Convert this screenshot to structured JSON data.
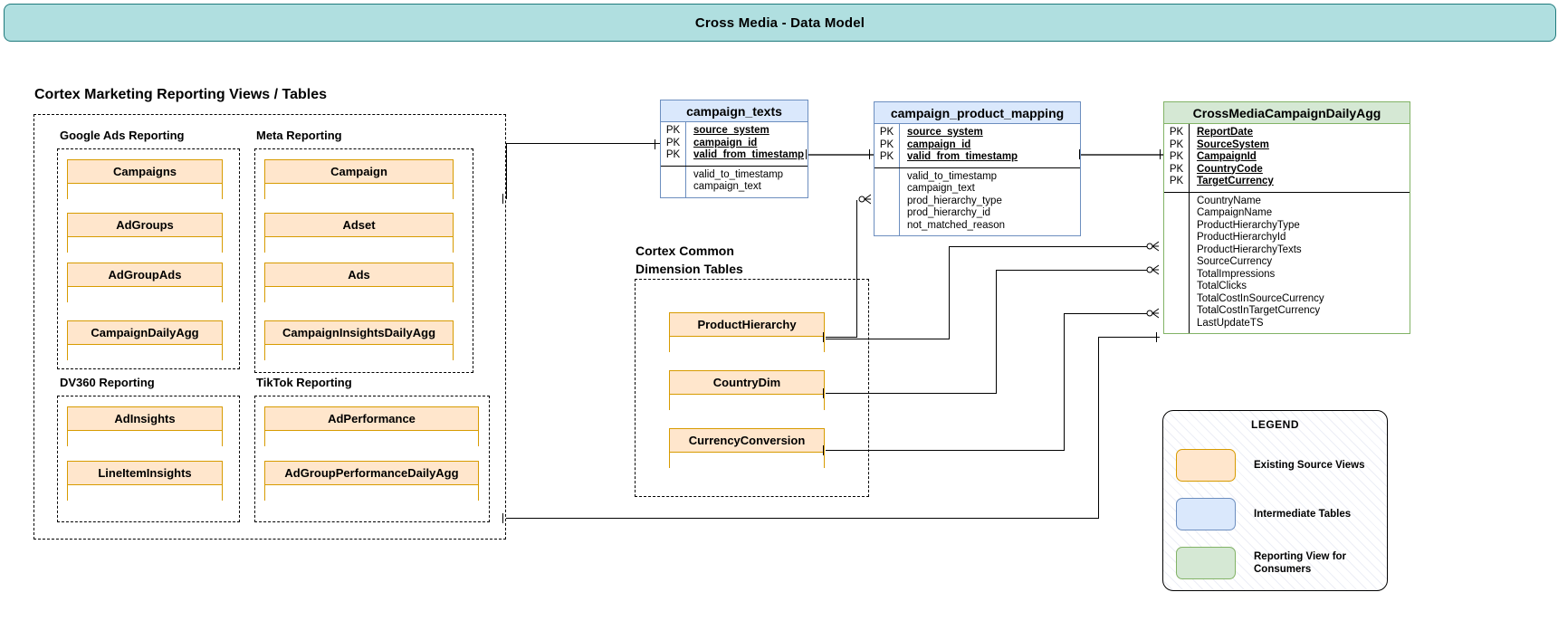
{
  "header": {
    "title": "Cross Media - Data Model"
  },
  "sections": {
    "left_group_title": "Cortex Marketing Reporting Views / Tables",
    "dimension_group_title_line1": "Cortex Common",
    "dimension_group_title_line2": "Dimension Tables"
  },
  "groups": [
    {
      "name": "google-ads-reporting",
      "label": "Google Ads Reporting",
      "tables": [
        "Campaigns",
        "AdGroups",
        "AdGroupAds",
        "CampaignDailyAgg"
      ]
    },
    {
      "name": "meta-reporting",
      "label": "Meta Reporting",
      "tables": [
        "Campaign",
        "Adset",
        "Ads",
        "CampaignInsightsDailyAgg"
      ]
    },
    {
      "name": "dv360-reporting",
      "label": "DV360 Reporting",
      "tables": [
        "AdInsights",
        "LineItemInsights"
      ]
    },
    {
      "name": "tiktok-reporting",
      "label": "TikTok Reporting",
      "tables": [
        "AdPerformance",
        "AdGroupPerformanceDailyAgg"
      ]
    }
  ],
  "dimension_tables": [
    "ProductHierarchy",
    "CountryDim",
    "CurrencyConversion"
  ],
  "er_tables": {
    "campaign_texts": {
      "title": "campaign_texts",
      "key_label": "PK",
      "primary_keys": [
        "source_system",
        "campaign_id",
        "valid_from_timestamp"
      ],
      "attributes": [
        "valid_to_timestamp",
        "campaign_text"
      ]
    },
    "campaign_product_mapping": {
      "title": "campaign_product_mapping",
      "key_label": "PK",
      "primary_keys": [
        "source_system",
        "campaign_id",
        "valid_from_timestamp"
      ],
      "attributes": [
        "valid_to_timestamp",
        "campaign_text",
        "prod_hierarchy_type",
        "prod_hierarchy_id",
        "not_matched_reason"
      ]
    },
    "cross_media_campaign_daily_agg": {
      "title": "CrossMediaCampaignDailyAgg",
      "key_label": "PK",
      "primary_keys": [
        "ReportDate",
        "SourceSystem",
        "CampaignId",
        "CountryCode",
        "TargetCurrency"
      ],
      "attributes": [
        "CountryName",
        "CampaignName",
        "ProductHierarchyType",
        "ProductHierarchyId",
        "ProductHierarchyTexts",
        "SourceCurrency",
        "TotalImpressions",
        "TotalClicks",
        "TotalCostInSourceCurrency",
        "TotalCostInTargetCurrency",
        "LastUpdateTS"
      ]
    }
  },
  "legend": {
    "title": "LEGEND",
    "items": [
      {
        "swatch": "orange",
        "label": "Existing Source Views"
      },
      {
        "swatch": "blue",
        "label": "Intermediate Tables"
      },
      {
        "swatch": "green",
        "label": "Reporting View for Consumers"
      }
    ]
  },
  "colors": {
    "banner_bg": "#b0dfe0",
    "banner_border": "#1f7a7c",
    "source_fill": "#ffe6cc",
    "source_border": "#d79b00",
    "intermediate_fill": "#dae8fc",
    "intermediate_border": "#6c8ebf",
    "reporting_fill": "#d5e8d4",
    "reporting_border": "#82b366"
  }
}
